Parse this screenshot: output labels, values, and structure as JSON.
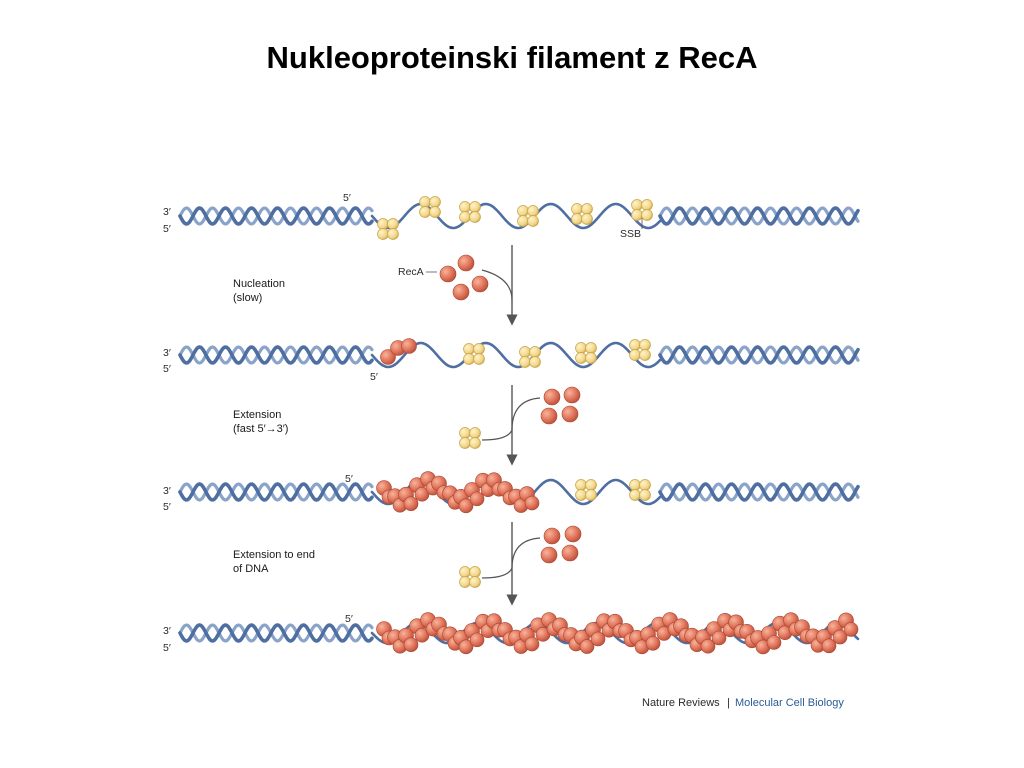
{
  "title": "Nukleoproteinski filament z RecA",
  "labels": {
    "three_prime": "3′",
    "five_prime": "5′",
    "ssb": "SSB",
    "reca": "RecA"
  },
  "steps": [
    {
      "line1": "Nucleation",
      "line2": "(slow)"
    },
    {
      "line1": "Extension",
      "line2": "(fast 5′→3′)"
    },
    {
      "line1": "Extension to end",
      "line2": "of DNA"
    }
  ],
  "credit": {
    "journal": "Nature Reviews",
    "separator": "|",
    "subtitle": "Molecular Cell Biology"
  },
  "colors": {
    "dna_strand": "#4f6fa3",
    "dna_strand_back": "#8aa3c8",
    "reca": "#e0735a",
    "reca_highlight": "#f4a58c",
    "ssb": "#f1d68a",
    "ssb_outline": "#c9a54a",
    "arrow": "#555555",
    "credit_accent": "#2a5c96"
  }
}
